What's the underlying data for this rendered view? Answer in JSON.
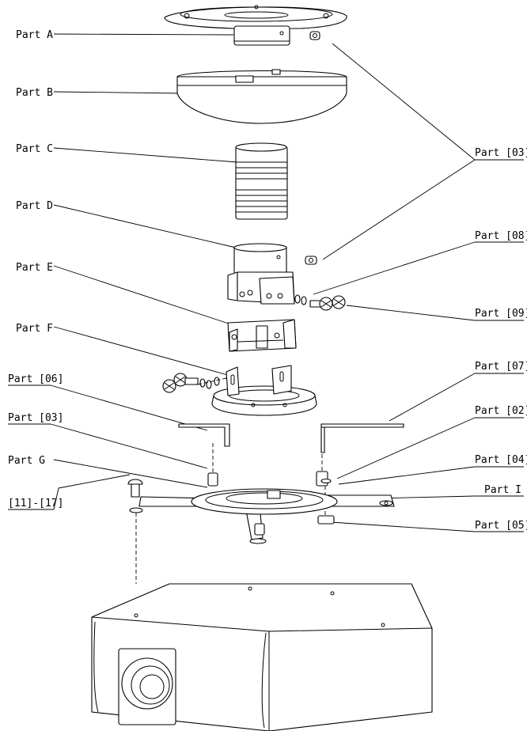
{
  "labels": {
    "part_a": "Part A",
    "part_b": "Part B",
    "part_c": "Part C",
    "part_d": "Part D",
    "part_e": "Part E",
    "part_f": "Part F",
    "part_g": "Part G",
    "part_i": "Part I",
    "part_03_right": "Part [03]",
    "part_08": "Part [08]",
    "part_09": "Part [09]",
    "part_07": "Part [07]",
    "part_06": "Part [06]",
    "part_03_left": "Part [03]",
    "part_02": "Part [02]",
    "part_04": "Part [04]",
    "part_05": "Part [05]",
    "part_11_17": "[11]-[17]"
  }
}
